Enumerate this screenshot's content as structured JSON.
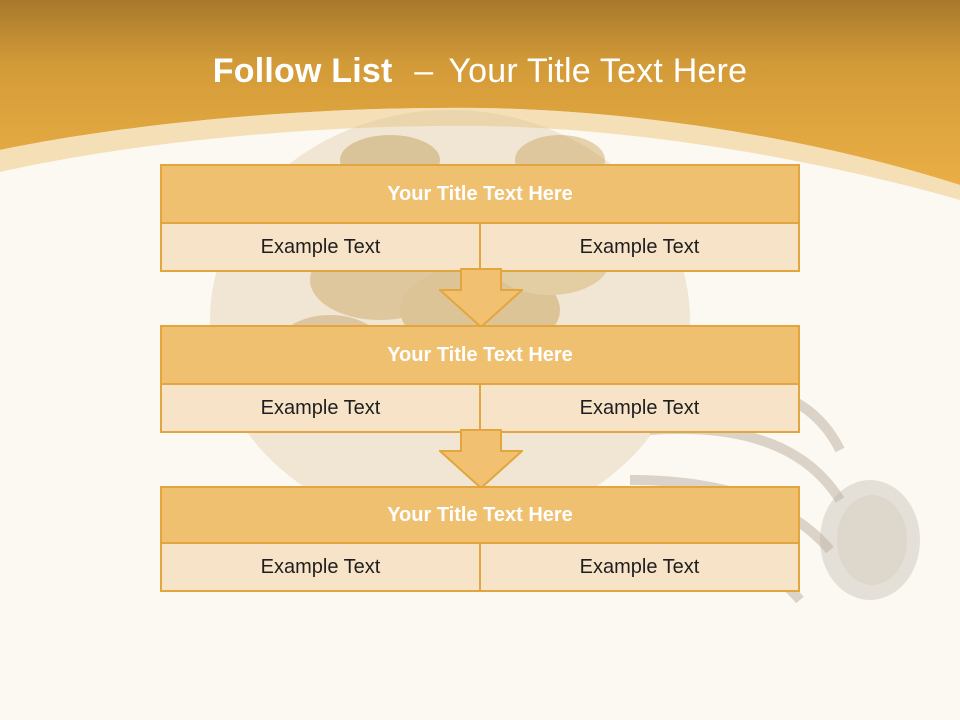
{
  "slide": {
    "title_bold": "Follow List",
    "title_dash": "–",
    "title_rest": "Your Title Text Here"
  },
  "colors": {
    "header_orange": "#e6a93e",
    "block_border": "#e3a63e",
    "block_header": "#eec06f",
    "block_row": "#f7e3c8",
    "background": "#fcf9f2"
  },
  "background_image": "lightbulb-filled-with-coins",
  "blocks": [
    {
      "title": "Your Title Text Here",
      "left": "Example Text",
      "right": "Example Text"
    },
    {
      "title": "Your Title Text Here",
      "left": "Example Text",
      "right": "Example Text"
    },
    {
      "title": "Your Title Text Here",
      "left": "Example Text",
      "right": "Example Text"
    }
  ]
}
